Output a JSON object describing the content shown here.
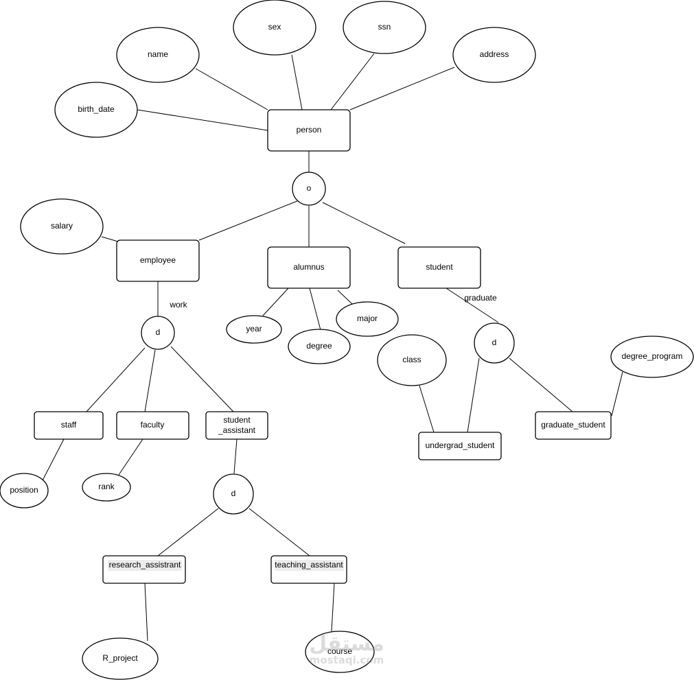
{
  "diagram": {
    "entities": {
      "person": "person",
      "employee": "employee",
      "alumnus": "alumnus",
      "student": "student",
      "staff": "staff",
      "faculty": "faculty",
      "student_assistant_l1": "student",
      "student_assistant_l2": "_assistant",
      "research_assistant": "research_assistrant",
      "teaching_assistant": "teaching_assistant",
      "undergrad_student": "undergrad_student",
      "graduate_student": "graduate_student"
    },
    "attributes": {
      "name": "name",
      "sex": "sex",
      "ssn": "ssn",
      "address": "address",
      "birth_date": "birth_date",
      "salary": "salary",
      "year": "year",
      "degree": "degree",
      "major": "major",
      "class": "class",
      "degree_program": "degree_program",
      "position": "position",
      "rank": "rank",
      "r_project": "R_project",
      "course": "course"
    },
    "specializations": {
      "person_overlap": "o",
      "employee_disjoint": "d",
      "student_disjoint": "d",
      "assistant_disjoint": "d"
    },
    "edge_labels": {
      "work": "work",
      "graduate": "graduate"
    }
  },
  "watermark": {
    "arabic": "مستقل",
    "latin": "mostaqi.com"
  }
}
